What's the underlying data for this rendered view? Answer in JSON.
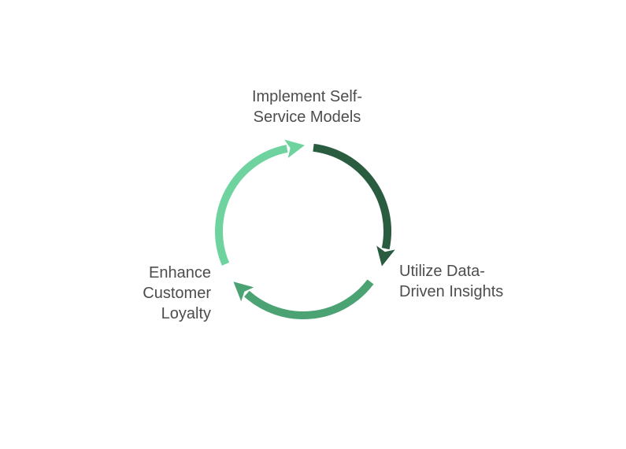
{
  "background": "#FFFFFF",
  "text_color": "#4D4D4D",
  "diagram": {
    "type": "cycle",
    "labels": {
      "top": "Implement Self-\nService Models",
      "right": "Utilize Data-\nDriven Insights",
      "left": "Enhance\nCustomer\nLoyalty"
    },
    "arrows": {
      "top_right": {
        "name": "dark-green-arrow",
        "color": "#2A5C3F"
      },
      "bottom": {
        "name": "medium-green-arrow",
        "color": "#4BA273"
      },
      "left": {
        "name": "light-green-arrow",
        "color": "#6FD3A0"
      }
    }
  }
}
